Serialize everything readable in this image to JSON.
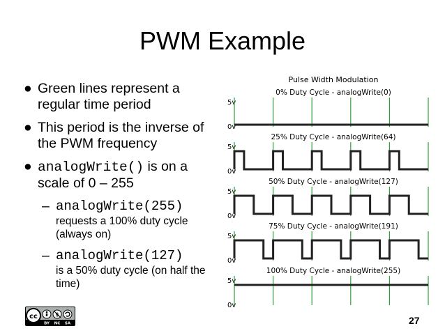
{
  "slide": {
    "title": "PWM Example",
    "bullets": [
      {
        "text": "Green lines represent a regular time period"
      },
      {
        "text": "This period is the inverse of the PWM frequency"
      },
      {
        "code": "analogWrite()",
        "text": "is on a scale of 0 – 255"
      }
    ],
    "sub_bullets": [
      {
        "code": "analogWrite(255)",
        "text": "requests a 100% duty cycle (always on)"
      },
      {
        "code": "analogWrite(127)",
        "text": "is a 50% duty cycle (on half the time)"
      }
    ],
    "bullet_symbol": "●",
    "dash_symbol": "–",
    "page_number": "27"
  },
  "diagram": {
    "title": "Pulse Width Modulation",
    "high_label": "5v",
    "low_label": "0v",
    "panels": [
      {
        "label": "0% Duty Cycle - analogWrite(0)",
        "duty": 0
      },
      {
        "label": "25% Duty Cycle - analogWrite(64)",
        "duty": 0.25
      },
      {
        "label": "50% Duty Cycle - analogWrite(127)",
        "duty": 0.5
      },
      {
        "label": "75% Duty Cycle - analogWrite(191)",
        "duty": 0.75
      },
      {
        "label": "100% Duty Cycle - analogWrite(255)",
        "duty": 1
      }
    ],
    "period_count": 5,
    "colors": {
      "signal": "#222222",
      "period_marker": "#2e9e3a"
    }
  },
  "license": {
    "icons": [
      "cc-icon",
      "by-icon",
      "nc-icon",
      "sa-icon"
    ],
    "badges": [
      "BY",
      "NC",
      "SA"
    ]
  }
}
